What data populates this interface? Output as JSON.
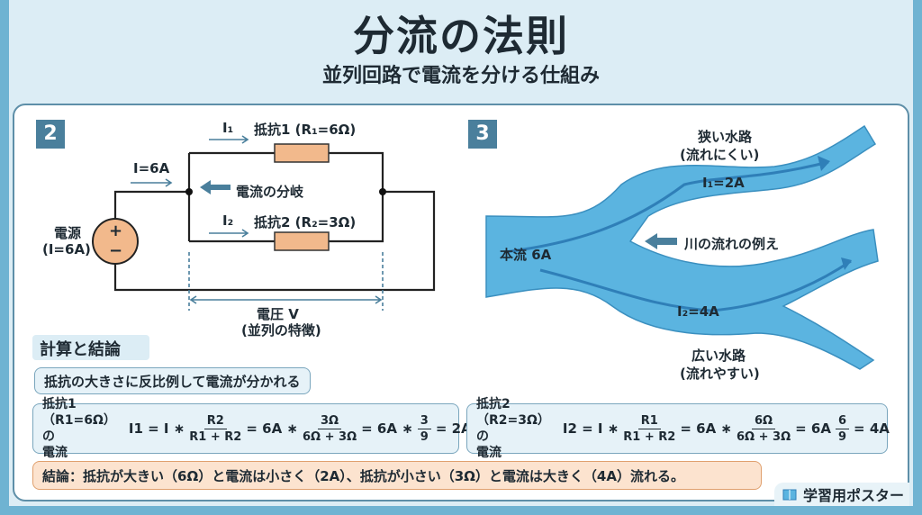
{
  "header": {
    "title": "分流の法則",
    "subtitle": "並列回路で電流を分ける仕組み"
  },
  "circuit": {
    "badge": "2",
    "i1_label": "I₁",
    "r1_label": "抵抗1 (R₁=6Ω)",
    "i_label": "I=6A",
    "branch_label": "電流の分岐",
    "i2_label": "I₂",
    "r2_label": "抵抗2 (R₂=3Ω)",
    "source_label_1": "電源",
    "source_label_2": "(I=6A)",
    "plus": "+",
    "minus": "−",
    "voltage_label": "電圧 V",
    "voltage_note": "(並列の特徴)"
  },
  "river": {
    "badge": "3",
    "narrow_label": "狭い水路",
    "narrow_note": "(流れにくい)",
    "i1_label": "I₁=2A",
    "main_label": "本流 6A",
    "analogy_label": "川の流れの例え",
    "i2_label": "I₂=4A",
    "wide_label": "広い水路",
    "wide_note": "(流れやすい)"
  },
  "calc": {
    "heading": "計算と結論",
    "rule": "抵抗の大きさに反比例して電流が分かれる",
    "formula1": {
      "name_1": "抵抗1（R1=6Ω）の",
      "name_2": "電流",
      "lhs": "I1 = I ∗",
      "n1": "R2",
      "d1": "R1 + R2",
      "mid": "= 6A ∗",
      "n2": "3Ω",
      "d2": "6Ω + 3Ω",
      "mid2": "= 6A ∗",
      "n3": "3",
      "d3": "9",
      "result": "= 2A"
    },
    "formula2": {
      "name_1": "抵抗2（R2=3Ω）の",
      "name_2": "電流",
      "lhs": "I2 = I ∗",
      "n1": "R1",
      "d1": "R1 + R2",
      "mid": "= 6A ∗",
      "n2": "6Ω",
      "d2": "6Ω + 3Ω",
      "mid2": "= 6A",
      "n3": "6",
      "d3": "9",
      "result": "= 4A"
    },
    "conclusion": "結論：抵抗が大きい（6Ω）と電流は小さく（2A）、抵抗が小さい（3Ω）と電流は大きく（4A）流れる。"
  },
  "footer": {
    "label": "学習用ポスター"
  },
  "colors": {
    "accent": "#4a7f9c",
    "resistor": "#f2b98c",
    "river": "#5bb4e0",
    "conclusion_bg": "#fce3cf"
  }
}
